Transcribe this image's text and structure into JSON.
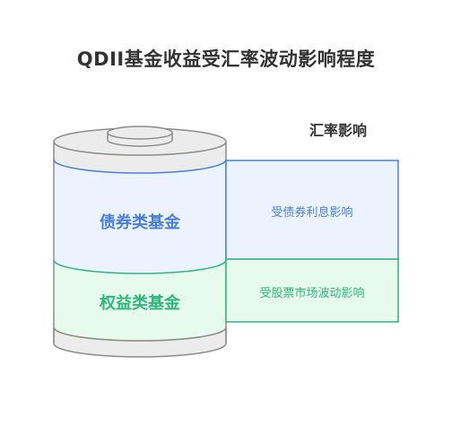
{
  "title": "QDII基金收益受汇率波动影响程度",
  "column_header": "汇率影响",
  "funds": [
    {
      "name": "债券类基金",
      "impact": "受债券利息影响",
      "color": "#4a7fd8",
      "fill": "#edf3fe"
    },
    {
      "name": "权益类基金",
      "impact": "受股票市场波动影响",
      "color": "#2fb67a",
      "fill": "#e6fbee"
    }
  ]
}
